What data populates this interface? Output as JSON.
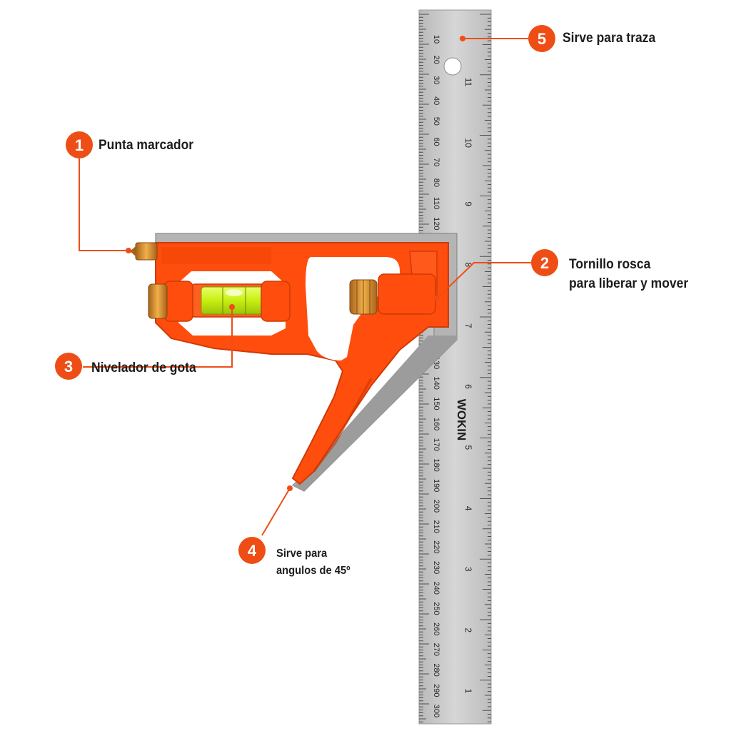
{
  "colors": {
    "accent": "#ef4d16",
    "tool_body": "#ff4d0d",
    "steel": "#c9c9c9",
    "brass": "#d9932a",
    "bubble_vial": "#c9f21e"
  },
  "ruler": {
    "brand": "WOKIN",
    "metric_labels": [
      "10",
      "20",
      "30",
      "40",
      "50",
      "60",
      "70",
      "80",
      "110",
      "120",
      "130",
      "140",
      "150",
      "160",
      "170",
      "180",
      "190",
      "200",
      "210",
      "220",
      "230",
      "240",
      "250",
      "260",
      "270",
      "280",
      "290",
      "300"
    ],
    "inch_labels": [
      "11",
      "10",
      "9",
      "8",
      "7",
      "6",
      "5",
      "4",
      "3",
      "2",
      "1"
    ]
  },
  "callouts": [
    {
      "number": "1",
      "lines": [
        "Punta marcador"
      ]
    },
    {
      "number": "2",
      "lines": [
        "Tornillo rosca",
        "para liberar y mover"
      ]
    },
    {
      "number": "3",
      "lines": [
        "Nivelador de gota"
      ]
    },
    {
      "number": "4",
      "lines": [
        "Sirve para",
        "angulos de 45º"
      ]
    },
    {
      "number": "5",
      "lines": [
        "Sirve para traza"
      ]
    }
  ]
}
